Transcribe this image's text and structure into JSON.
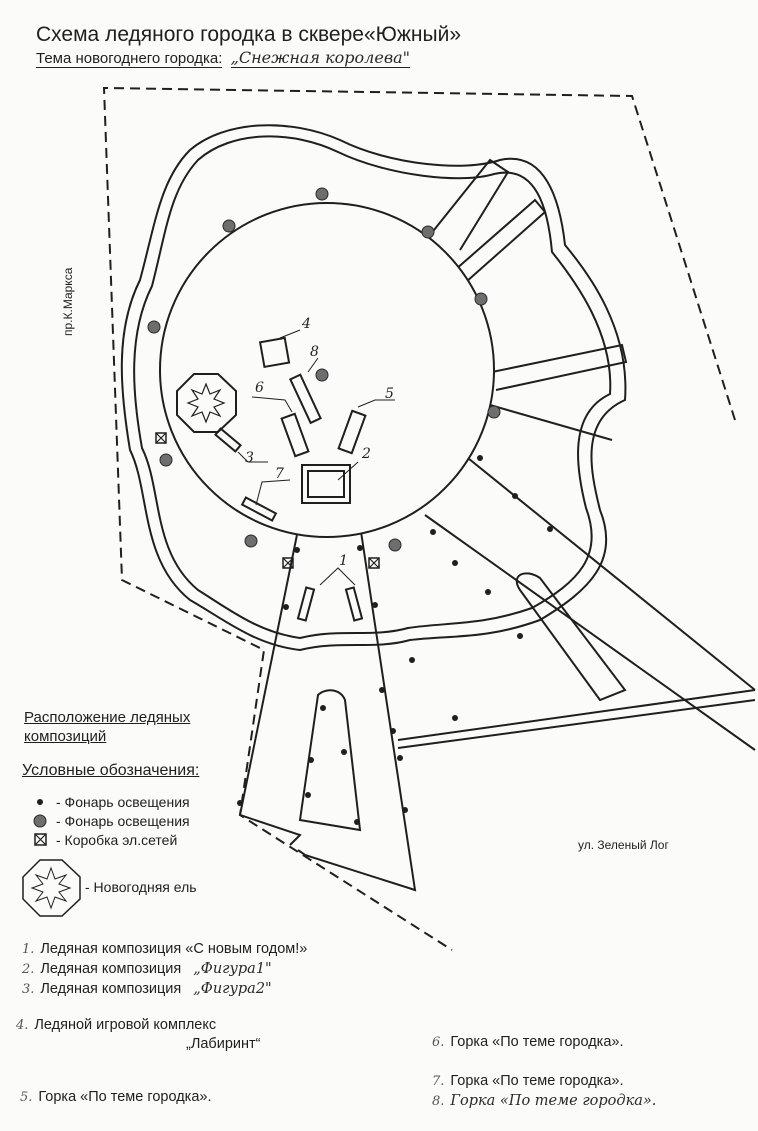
{
  "title": "Схема ледяного городка в сквере«Южный»",
  "theme": {
    "label": "Тема новогоднего городка:",
    "value": "„Снежная королева\""
  },
  "streets": {
    "left": "пр.К.Маркса",
    "right": "ул. Зеленый Лог"
  },
  "placement_label": "Расположение ледяных композиций",
  "legend": {
    "title": "Условные обозначения:",
    "items": [
      {
        "icon": "small-dot",
        "label": "- Фонарь освещения"
      },
      {
        "icon": "large-dot",
        "label": "- Фонарь освещения"
      },
      {
        "icon": "crossed-box",
        "label": "- Коробка эл.сетей"
      },
      {
        "icon": "star-octagon",
        "label": "- Новогодняя ель"
      }
    ]
  },
  "map_numbers": [
    "1",
    "2",
    "3",
    "4",
    "5",
    "6",
    "7",
    "8"
  ],
  "compositions": [
    {
      "num": "1.",
      "text": "Ледяная композиция «С новым  годом!»"
    },
    {
      "num": "2.",
      "text": "Ледяная композиция",
      "handwritten": "„Фигура1\""
    },
    {
      "num": "3.",
      "text": "Ледяная композиция",
      "handwritten": "„Фигура2\""
    },
    {
      "num": "4.",
      "text": "Ледяной игровой комплекс"
    },
    {
      "num": "",
      "text": "„Лабиринт“"
    },
    {
      "num": "5.",
      "text": "Горка «По теме городка»."
    },
    {
      "num": "6.",
      "text": "Горка «По теме городка»."
    },
    {
      "num": "7.",
      "text": "Горка «По теме городка»."
    },
    {
      "num": "8.",
      "text": "Горка «По теме городка»."
    }
  ],
  "colors": {
    "ink": "#1f1f1f",
    "paper": "#fbfbfa",
    "lamp_large": "#6e6e6e"
  }
}
